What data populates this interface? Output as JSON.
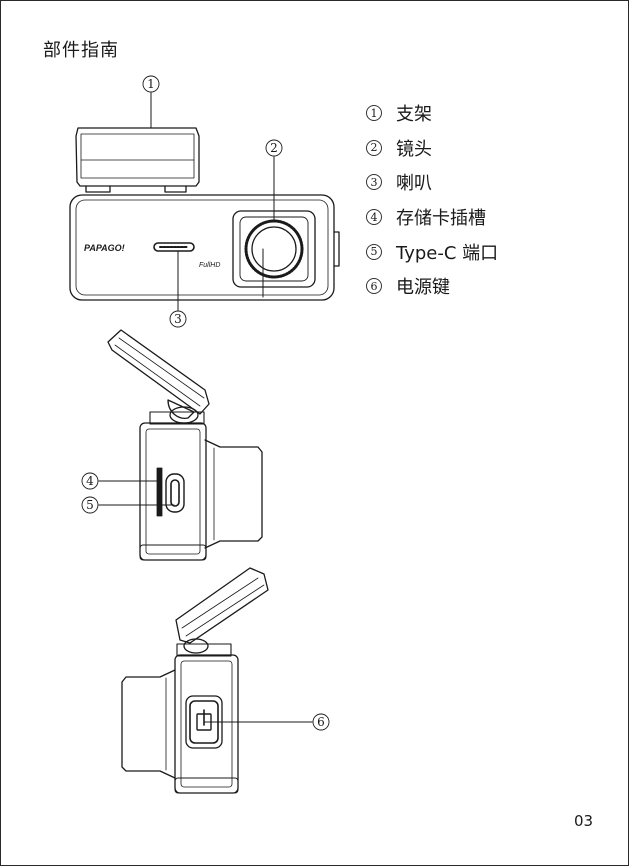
{
  "title": "部件指南",
  "legend": [
    {
      "num": "1",
      "label": "支架"
    },
    {
      "num": "2",
      "label": "镜头"
    },
    {
      "num": "3",
      "label": "喇叭"
    },
    {
      "num": "4",
      "label": "存储卡插槽"
    },
    {
      "num": "5",
      "label": "Type-C 端口"
    },
    {
      "num": "6",
      "label": "电源键"
    }
  ],
  "device": {
    "brand": "PAPAGO!",
    "badge": "FullHD"
  },
  "callouts": {
    "c1": "1",
    "c2": "2",
    "c3": "3",
    "c4": "4",
    "c5": "5",
    "c6": "6"
  },
  "page_number": "03"
}
